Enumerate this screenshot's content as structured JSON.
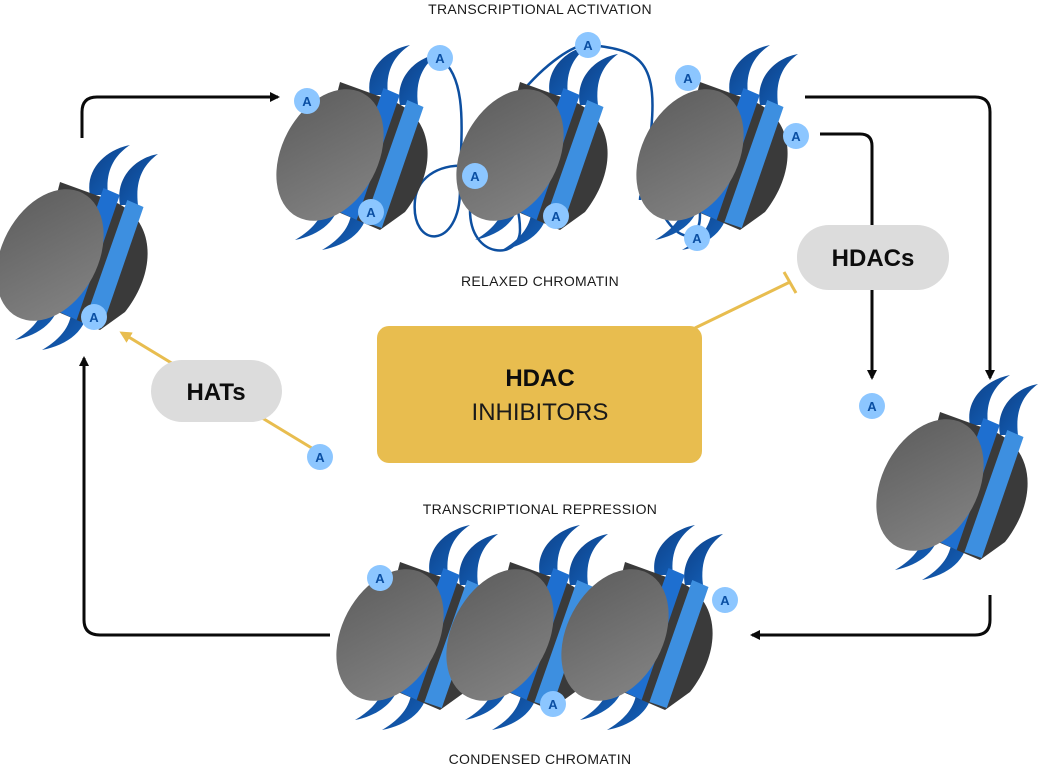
{
  "title_top": "TRANSCRIPTIONAL ACTIVATION",
  "label_relaxed": "RELAXED CHROMATIN",
  "title_bottom": "TRANSCRIPTIONAL REPRESSION",
  "label_condensed": "CONDENSED CHROMATIN",
  "hats": {
    "label": "HATs"
  },
  "hdacs": {
    "label": "HDACs"
  },
  "inhibitors": {
    "line1": "HDAC",
    "line2": "INHIBITORS"
  },
  "acetyl_badge": {
    "letter": "A"
  },
  "colors": {
    "histone_dark": "#3a3a3a",
    "histone_face": "#6b6b6b",
    "dna_blue": "#1565c0",
    "dna_light": "#3d8fe0",
    "badge_fill": "#8cc6ff",
    "badge_text": "#0b4fa3",
    "pill_gray": "#dcdcdc",
    "inhibitor_gold": "#e8bd4f",
    "arrow_black": "#0a0a0a"
  }
}
